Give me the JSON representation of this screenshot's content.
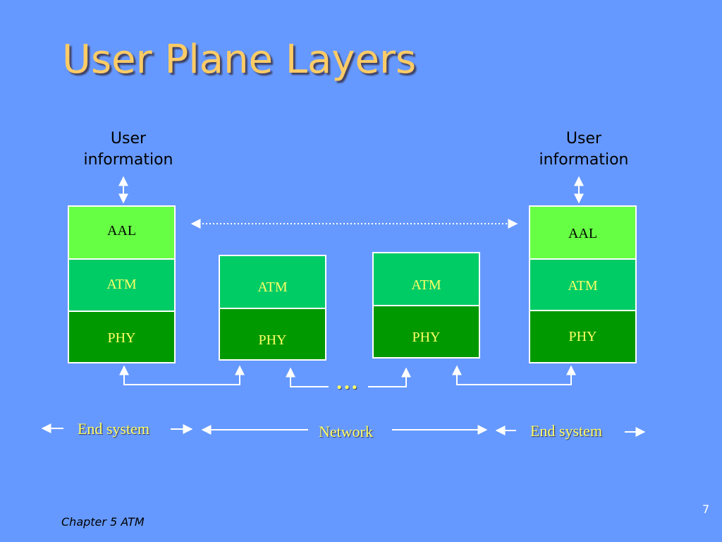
{
  "title": "User Plane Layers",
  "user_info_left": [
    "User",
    "information"
  ],
  "user_info_right": [
    "User",
    "information"
  ],
  "stacks": {
    "end_left": [
      "AAL",
      "ATM",
      "PHY"
    ],
    "switch_1": [
      "ATM",
      "PHY"
    ],
    "switch_2": [
      "ATM",
      "PHY"
    ],
    "end_right": [
      "AAL",
      "ATM",
      "PHY"
    ]
  },
  "ellipsis": "…",
  "labels": {
    "end_system_left": "End system",
    "network": "Network",
    "end_system_right": "End system"
  },
  "footer": "Chapter 5 ATM",
  "page_number": "7",
  "colors": {
    "background": "#6699ff",
    "title": "#ffcc66",
    "aal": "#66ff44",
    "atm": "#00cc66",
    "phy": "#009900",
    "label": "#ffff66"
  }
}
